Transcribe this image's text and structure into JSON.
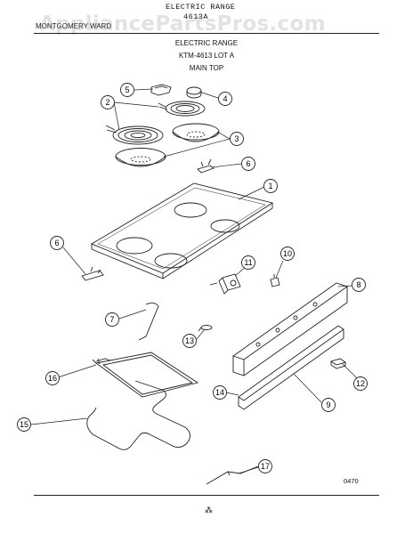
{
  "header": {
    "top_title": "ELECTRIC RANGE",
    "model_fragment": "4613A",
    "brand": "MONTGOMERY WARD",
    "watermark": "AppliancePartsPros.com"
  },
  "section": {
    "title": "ELECTRIC RANGE",
    "model": "KTM-4613 LOT A",
    "subtitle": "MAIN TOP"
  },
  "callouts": [
    "1",
    "2",
    "3",
    "4",
    "5",
    "6",
    "7",
    "8",
    "9",
    "10",
    "11",
    "12",
    "13",
    "14",
    "15",
    "16",
    "17"
  ],
  "footer": {
    "page_code": "0470",
    "mark": "⁂"
  }
}
